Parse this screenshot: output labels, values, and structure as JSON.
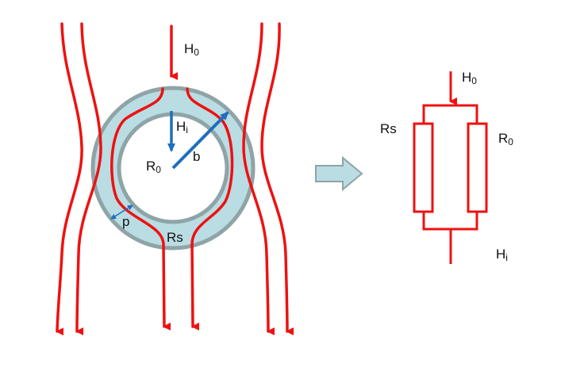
{
  "colors": {
    "field_line": "#ee1111",
    "shield_fill": "#b9dde3",
    "shield_stroke": "#8fa4a6",
    "vector": "#1f6fbf",
    "circuit": "#ee1111",
    "transform_arrow_fill": "#b9dde3",
    "transform_arrow_stroke": "#8fa4a6",
    "text": "#111111"
  },
  "labels": {
    "h0_main": {
      "base": "H",
      "sub": "0"
    },
    "hi_main": {
      "base": "H",
      "sub": "i"
    },
    "r0_main": {
      "base": "R",
      "sub": "0"
    },
    "b_main": "b",
    "p_main": "p",
    "rs_main": "Rs",
    "h0_circuit": {
      "base": "H",
      "sub": "0"
    },
    "rs_circuit": "Rs",
    "r0_circuit": {
      "base": "R",
      "sub": "0"
    },
    "hi_circuit": {
      "base": "H",
      "sub": "i"
    }
  },
  "icons": {
    "transform": "right-arrow-icon"
  }
}
